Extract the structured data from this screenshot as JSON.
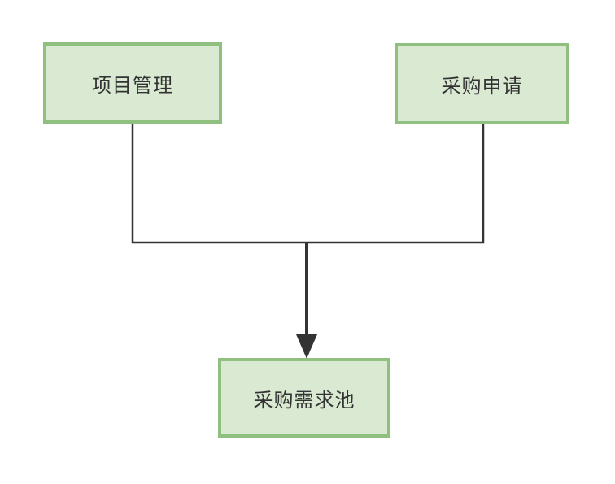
{
  "diagram": {
    "type": "flowchart",
    "nodes": [
      {
        "id": "project-management",
        "label": "项目管理",
        "shape": "rectangle"
      },
      {
        "id": "purchase-request",
        "label": "采购申请",
        "shape": "rectangle"
      },
      {
        "id": "purchase-demand-pool",
        "label": "采购需求池",
        "shape": "rectangle"
      }
    ],
    "edges": [
      {
        "from": "project-management",
        "to": "purchase-demand-pool",
        "style": "orthogonal",
        "arrow": "filled-triangle-down"
      },
      {
        "from": "purchase-request",
        "to": "purchase-demand-pool",
        "style": "orthogonal",
        "arrow": "filled-triangle-down"
      }
    ],
    "colors": {
      "node_fill": "#d9e9d2",
      "node_border": "#8fc07f",
      "line": "#333333",
      "arrow_fill": "#333333",
      "text": "#333333",
      "background": "#ffffff"
    }
  }
}
